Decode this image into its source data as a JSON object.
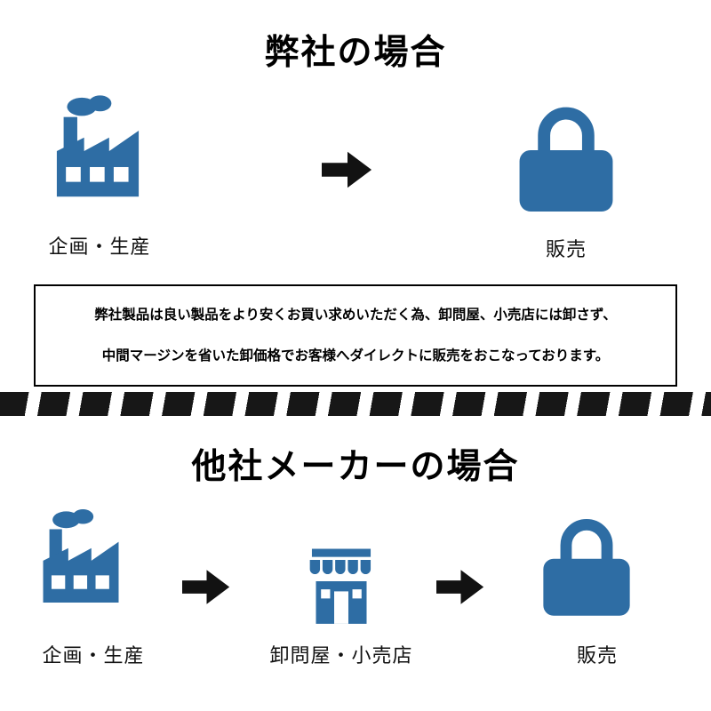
{
  "colors": {
    "icon_blue": "#2e6da4",
    "arrow_black": "#121212",
    "divider_black": "#171717"
  },
  "icons": {
    "factory": "factory-icon",
    "arrow": "arrow-right-icon",
    "bag": "shopping-bag-icon",
    "store": "storefront-icon"
  },
  "ours": {
    "title": "弊社の場合",
    "producer_label": "企画・生産",
    "sales_label": "販売",
    "note_line1": "弊社製品は良い製品をより安くお買い求めいただく為、卸問屋、小売店には卸さず、",
    "note_line2": "中間マージンを省いた卸価格でお客様へダイレクトに販売をおこなっております。"
  },
  "others": {
    "title": "他社メーカーの場合",
    "producer_label": "企画・生産",
    "middleman_label": "卸問屋・小売店",
    "sales_label": "販売"
  }
}
